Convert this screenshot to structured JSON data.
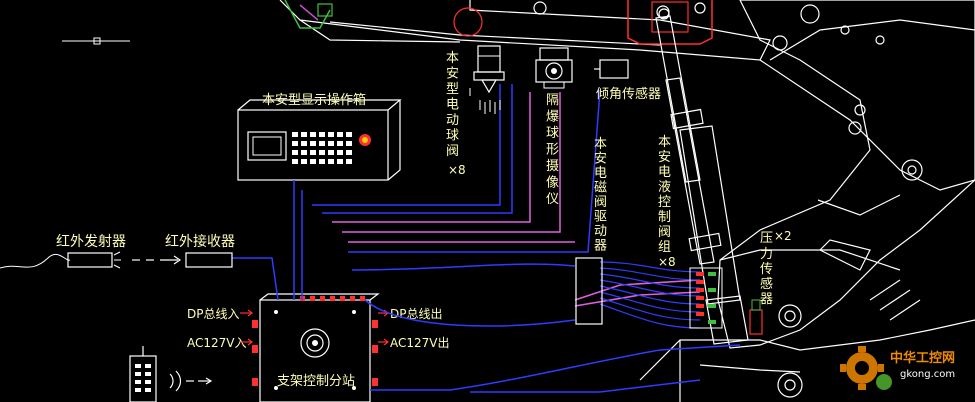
{
  "labels": {
    "display_box": "本安型显示操作箱",
    "ir_transmitter": "红外发射器",
    "ir_receiver": "红外接收器",
    "dp_in": "DP总线入",
    "dp_out": "DP总线出",
    "ac_in": "AC127V入",
    "ac_out": "AC127V出",
    "substation": "支架控制分站",
    "tilt_sensor": "倾角传感器",
    "ball_valve_chars": [
      "本",
      "安",
      "型",
      "电",
      "动",
      "球",
      "阀"
    ],
    "ball_valve_count": "×8",
    "camera_chars": [
      "隔",
      "爆",
      "球",
      "形",
      "摄",
      "像",
      "仪"
    ],
    "solenoid_driver_chars": [
      "本",
      "安",
      "电",
      "磁",
      "阀",
      "驱",
      "动",
      "器"
    ],
    "hydraulic_valve_chars": [
      "本",
      "安",
      "电",
      "液",
      "控",
      "制",
      "阀",
      "组"
    ],
    "hydraulic_valve_count": "×8",
    "pressure_sensor_head": "压",
    "pressure_sensor_count": "×2",
    "pressure_sensor_chars": [
      "力",
      "传",
      "感",
      "器"
    ]
  },
  "watermark": {
    "text": "中华工控网",
    "url": "gkong.com"
  },
  "colors": {
    "background": "#000000",
    "blue_cable": "#2d3cff",
    "magenta_cable": "#e060e0",
    "white_line": "#ffffff",
    "red_detail": "#ff3030",
    "label_yellow": "#ffffb4",
    "watermark_orange": "#f08a00"
  }
}
